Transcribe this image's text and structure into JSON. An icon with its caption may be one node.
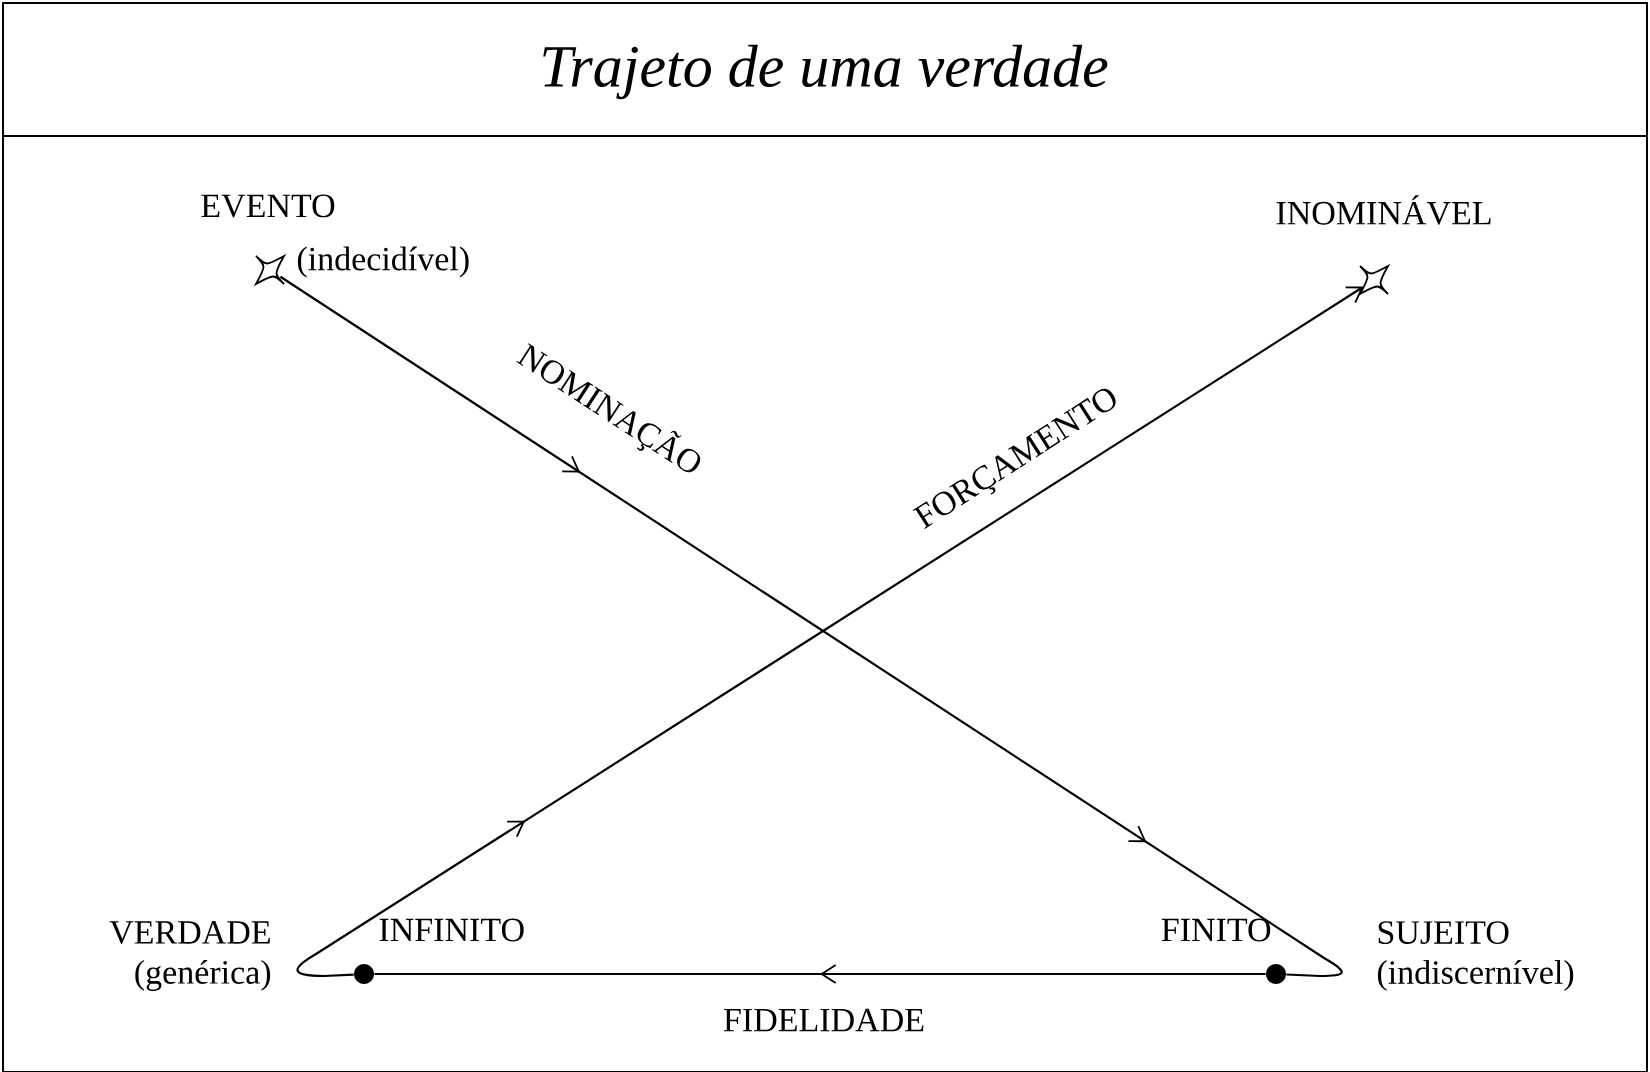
{
  "diagram": {
    "title": "Trajeto de uma verdade",
    "nodes": [
      {
        "text": [],
        "shape": "star",
        "beside": [
          "EVENTO",
          "(indecidível)"
        ]
      },
      {
        "text": [],
        "shape": "star",
        "beside": [
          "INOMINÁVEL"
        ]
      },
      {
        "text": [],
        "shape": "circle",
        "beside": [
          "INFINITO"
        ]
      },
      {
        "text": [],
        "shape": "circle",
        "beside": [
          "FINITO"
        ]
      }
    ],
    "edges": [
      {
        "from": 0,
        "to": 3,
        "arrow": "to",
        "label": "NOMINAÇÃO"
      },
      {
        "from": 3,
        "to": 2,
        "arrow": "to",
        "label": "FIDELIDADE"
      },
      {
        "from": 2,
        "to": 1,
        "arrow": "to",
        "label": "FORÇAMENTO"
      }
    ],
    "labels": [
      "VERDADE (genérica)",
      "SUJEITO (indiscernível)"
    ]
  }
}
